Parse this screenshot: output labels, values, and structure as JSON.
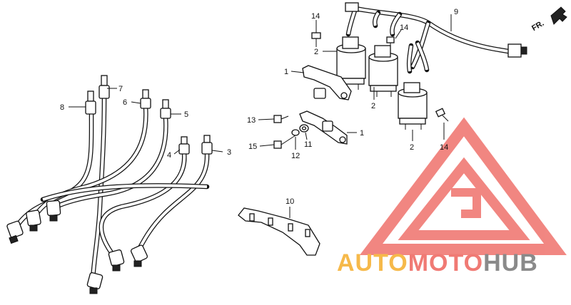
{
  "diagram": {
    "direction_label": "FR.",
    "callouts": {
      "c1_upper": "1",
      "c1_lower": "1",
      "c2_top": "2",
      "c2_mid": "2",
      "c2_right": "2",
      "c3": "3",
      "c4": "4",
      "c5": "5",
      "c6": "6",
      "c7": "7",
      "c8": "8",
      "c9": "9",
      "c10": "10",
      "c11": "11",
      "c12": "12",
      "c13": "13",
      "c14_top": "14",
      "c14_mid": "14",
      "c14_right": "14",
      "c15": "15"
    }
  },
  "watermark": {
    "part1": "AUTO",
    "part2": "MOTO",
    "part3": "HUB",
    "colors": {
      "orange": "#f6b94a",
      "red": "#f07a74",
      "gray": "#8a8a8a"
    }
  }
}
